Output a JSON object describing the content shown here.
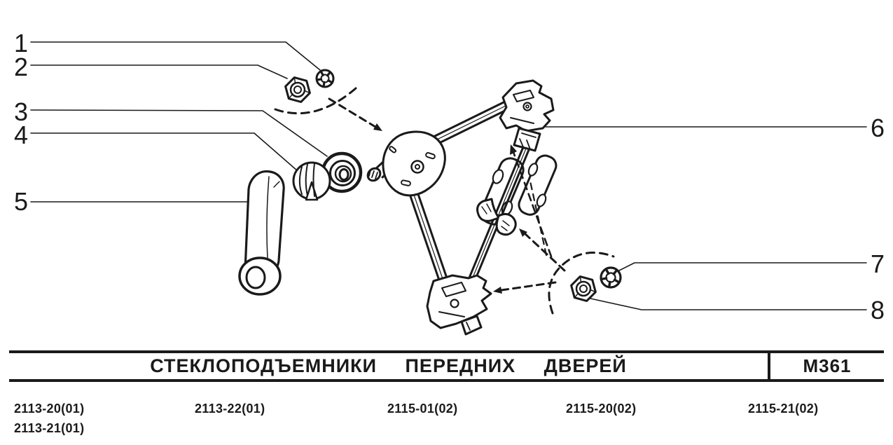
{
  "page": {
    "background": "#ffffff",
    "ink": "#1a1a1a"
  },
  "figure": {
    "type": "exploded-parts-diagram",
    "callouts": [
      {
        "label": "1",
        "part": "lock-washer-top"
      },
      {
        "label": "2",
        "part": "hex-nut-top"
      },
      {
        "label": "3",
        "part": "handle-rosette"
      },
      {
        "label": "4",
        "part": "handle-escutcheon"
      },
      {
        "label": "5",
        "part": "window-crank-handle"
      },
      {
        "label": "6",
        "part": "regulator-upper-bracket"
      },
      {
        "label": "7",
        "part": "lock-washer-bottom"
      },
      {
        "label": "8",
        "part": "hex-nut-bottom"
      }
    ]
  },
  "table": {
    "title": "СТЕКЛОПОДЪЕМНИКИ ПЕРЕДНИХ ДВЕРЕЙ",
    "sheet_code": "М361",
    "columns": [
      {
        "lines": [
          "2113-20(01)",
          "2113-21(01)"
        ]
      },
      {
        "lines": [
          "2113-22(01)"
        ]
      },
      {
        "lines": [
          "2115-01(02)"
        ]
      },
      {
        "lines": [
          "2115-20(02)"
        ]
      },
      {
        "lines": [
          "2115-21(02)"
        ]
      }
    ]
  }
}
